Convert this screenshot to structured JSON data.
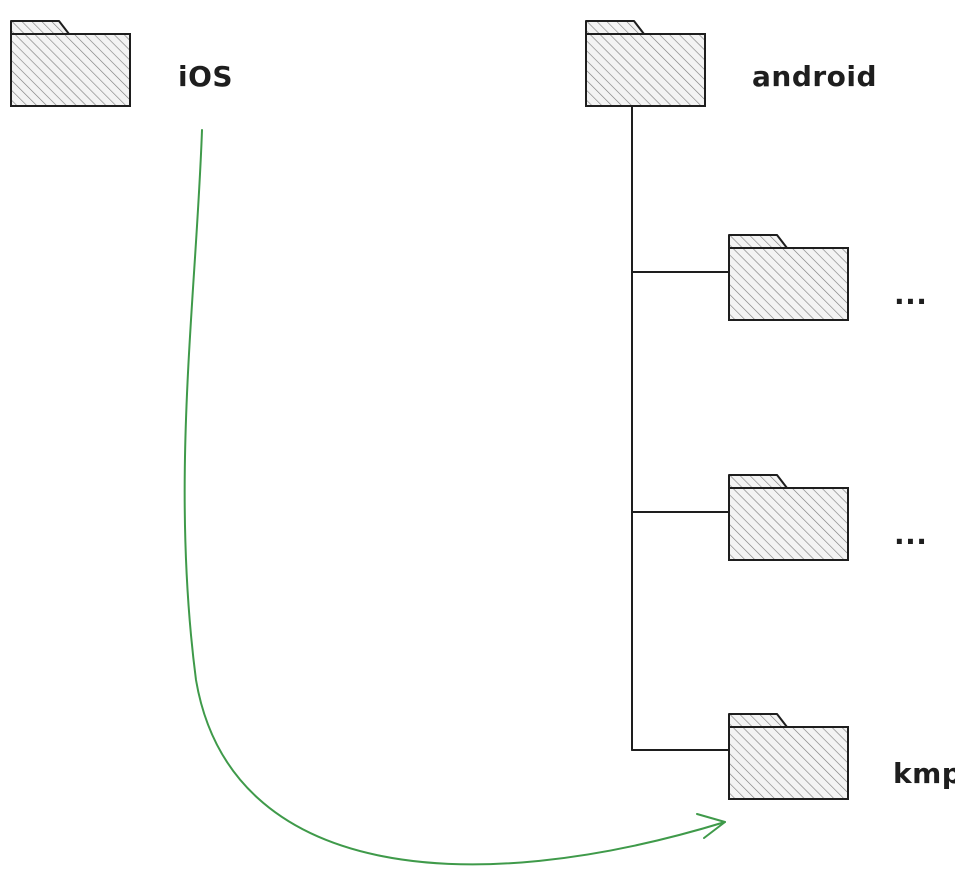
{
  "diagram": {
    "nodes": [
      {
        "id": "ios",
        "label": "iOS"
      },
      {
        "id": "android",
        "label": "android"
      },
      {
        "id": "child1",
        "label": "..."
      },
      {
        "id": "child2",
        "label": "..."
      },
      {
        "id": "kmp",
        "label": "kmp"
      }
    ],
    "edges": [
      {
        "from": "android",
        "to": "child1",
        "style": "tree"
      },
      {
        "from": "android",
        "to": "child2",
        "style": "tree"
      },
      {
        "from": "android",
        "to": "kmp",
        "style": "tree"
      },
      {
        "from": "ios",
        "to": "kmp",
        "style": "arrow"
      }
    ],
    "colors": {
      "stroke": "#1e1e1e",
      "hatch": "#7a7a7a",
      "fill": "#f2f2f2",
      "arrow": "#3f9a4a"
    },
    "icon": "folder-icon"
  }
}
